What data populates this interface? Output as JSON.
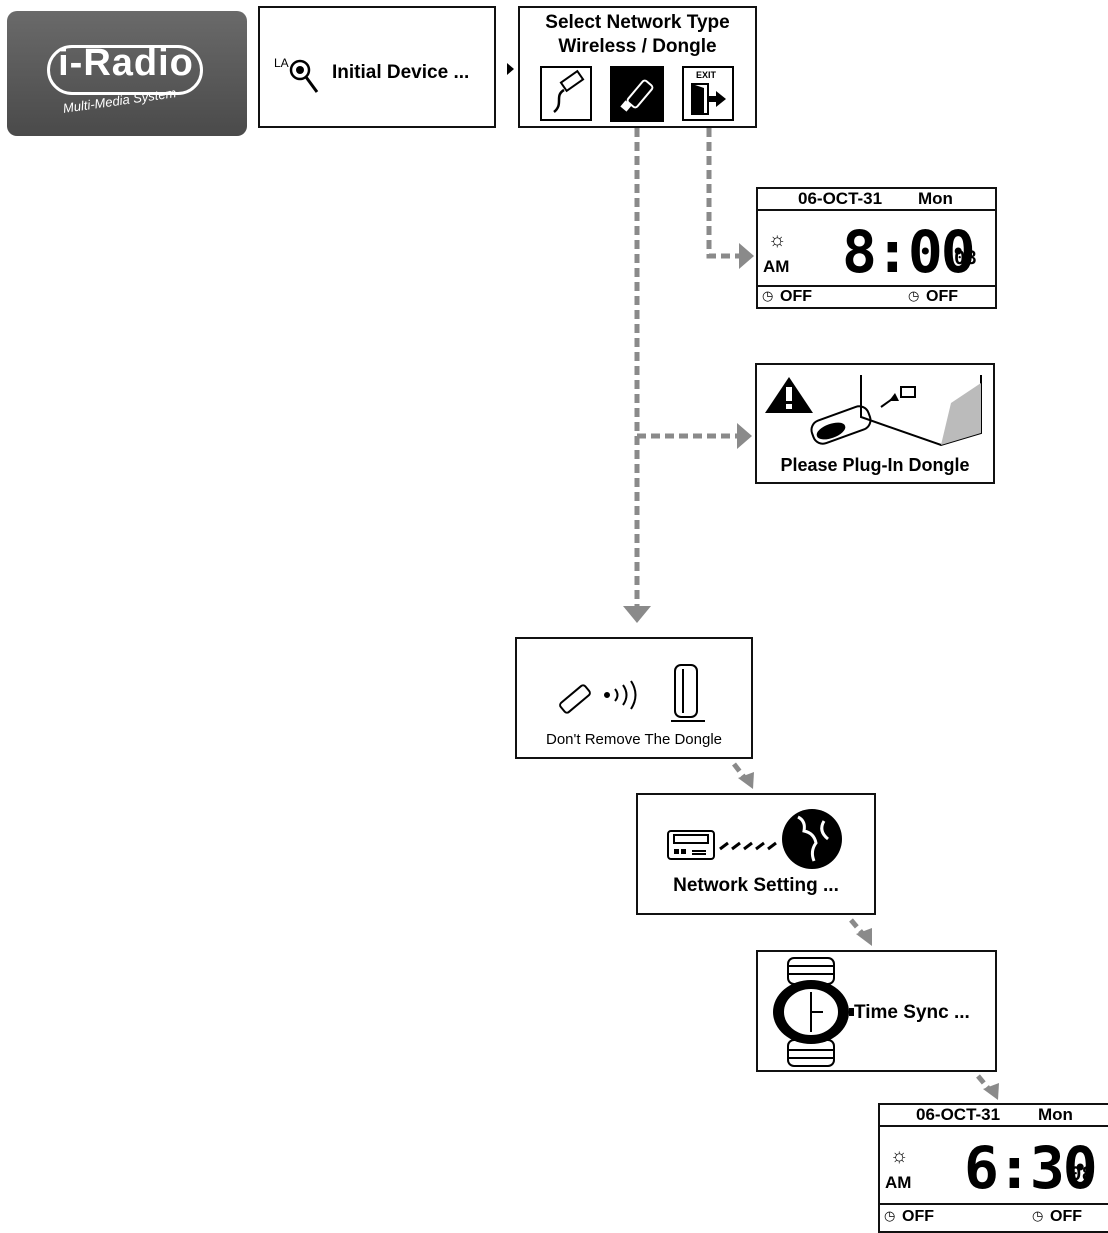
{
  "logo": {
    "text": "i-Radio",
    "subtitle": "Multi-Media System"
  },
  "initial_screen": {
    "prefix": "LA",
    "label": "Initial Device ..."
  },
  "network_select": {
    "line1": "Select Network Type",
    "line2": "Wireless / Dongle",
    "exit_label": "EXIT"
  },
  "clock_a": {
    "date": "06-OCT-31",
    "day": "Mon",
    "ampm": "AM",
    "time": "8:00",
    "seconds": "08",
    "alarm1": "OFF",
    "alarm2": "OFF"
  },
  "plug_dongle": {
    "label": "Please Plug-In Dongle"
  },
  "dont_remove": {
    "label": "Don't Remove The Dongle"
  },
  "network_setting": {
    "label": "Network Setting ..."
  },
  "time_sync": {
    "label": "Time Sync ..."
  },
  "clock_b": {
    "date": "06-OCT-31",
    "day": "Mon",
    "ampm": "AM",
    "time": "6:30",
    "seconds": "08",
    "alarm1": "OFF",
    "alarm2": "OFF"
  },
  "colors": {
    "arrow": "#8a8a8a",
    "logo_bg": "#555555"
  }
}
